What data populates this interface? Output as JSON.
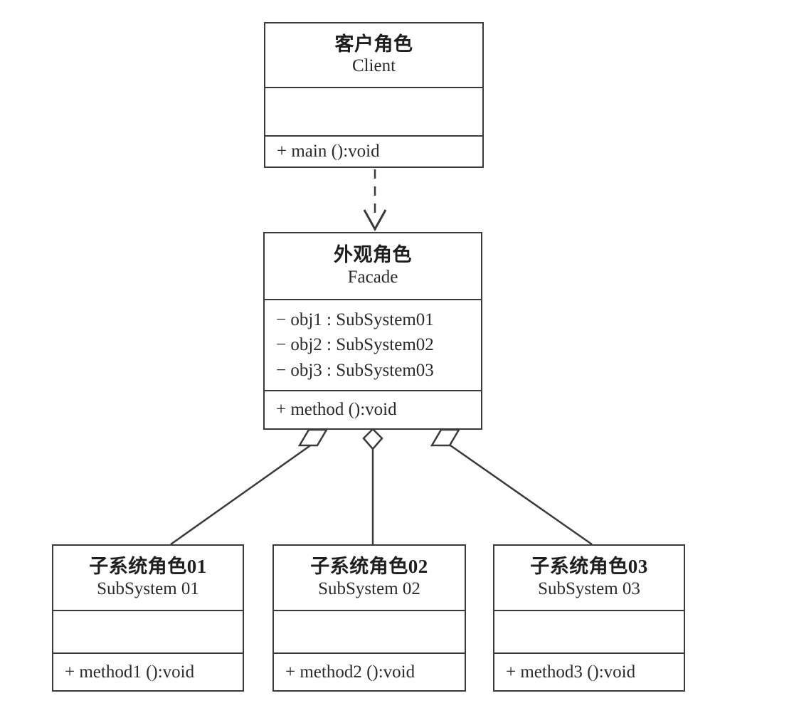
{
  "diagram": {
    "type": "uml-class-diagram",
    "pattern_name_cn": "外观模式",
    "pattern_name_en": "Facade Pattern",
    "background_color": "#ffffff",
    "line_color": "#3a3a3a",
    "text_color": "#2a2a2a"
  },
  "classes": {
    "client": {
      "cn_name": "客户角色",
      "en_name": "Client",
      "attributes": [],
      "methods": [
        "+ main ():void"
      ]
    },
    "facade": {
      "cn_name": "外观角色",
      "en_name": "Facade",
      "attributes": [
        "− obj1 : SubSystem01",
        "− obj2 : SubSystem02",
        "− obj3 : SubSystem03"
      ],
      "methods": [
        "+ method ():void"
      ]
    },
    "subsystem01": {
      "cn_name": "子系统角色01",
      "en_name": "SubSystem 01",
      "attributes": [],
      "methods": [
        "+ method1 ():void"
      ]
    },
    "subsystem02": {
      "cn_name": "子系统角色02",
      "en_name": "SubSystem 02",
      "attributes": [],
      "methods": [
        "+ method2 ():void"
      ]
    },
    "subsystem03": {
      "cn_name": "子系统角色03",
      "en_name": "SubSystem 03",
      "attributes": [],
      "methods": [
        "+ method3 ():void"
      ]
    }
  },
  "relationships": [
    {
      "id": "client-to-facade",
      "kind": "dependency",
      "style": "dashed-open-arrow",
      "from": "client",
      "to": "facade"
    },
    {
      "id": "facade-to-subsystem01",
      "kind": "aggregation",
      "style": "hollow-diamond",
      "from": "facade",
      "to": "subsystem01"
    },
    {
      "id": "facade-to-subsystem02",
      "kind": "aggregation",
      "style": "hollow-diamond",
      "from": "facade",
      "to": "subsystem02"
    },
    {
      "id": "facade-to-subsystem03",
      "kind": "aggregation",
      "style": "hollow-diamond",
      "from": "facade",
      "to": "subsystem03"
    }
  ]
}
